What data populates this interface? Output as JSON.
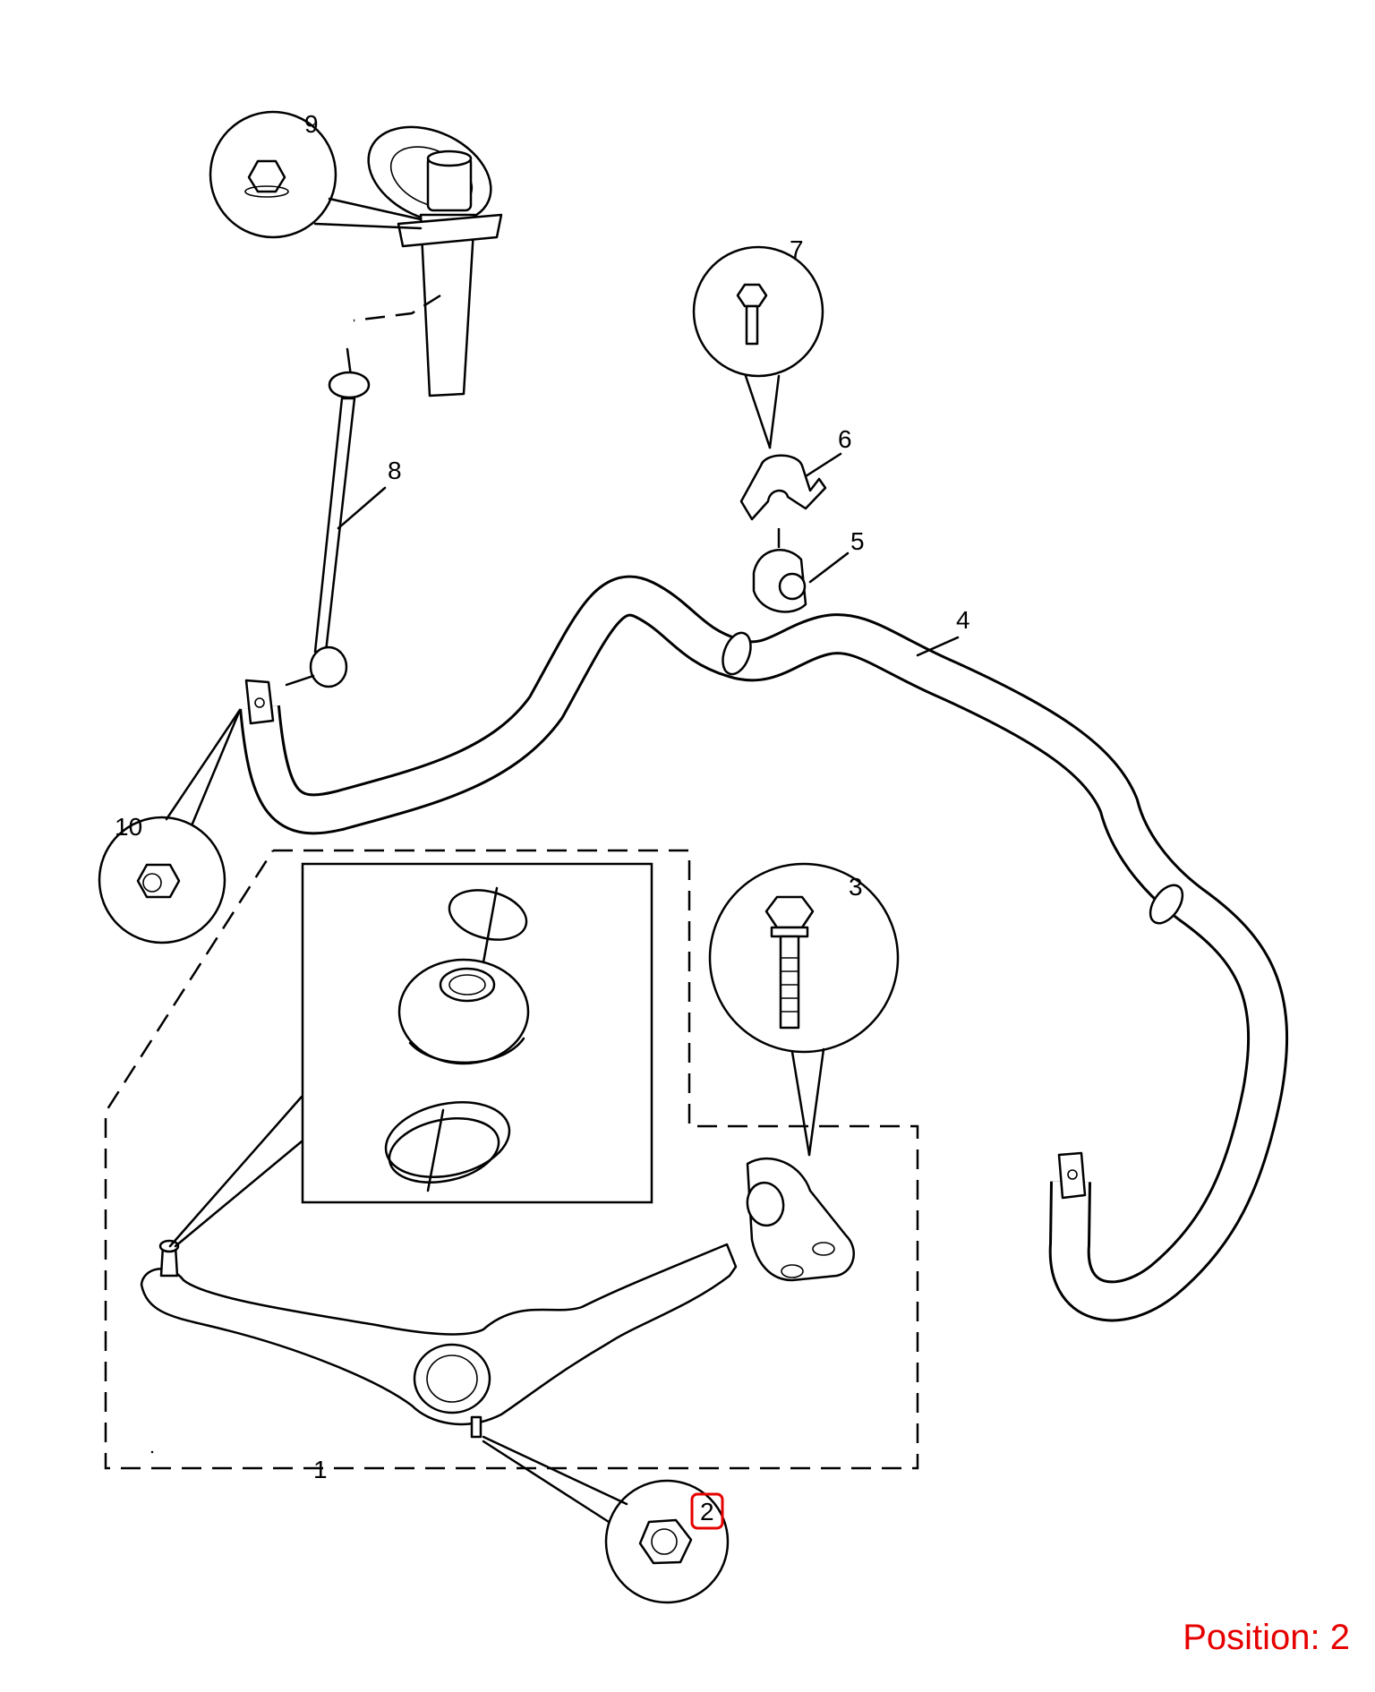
{
  "labels": {
    "l1": "1",
    "l2": "2",
    "l3": "3",
    "l4": "4",
    "l5": "5",
    "l6": "6",
    "l7": "7",
    "l8": "8",
    "l9": "9",
    "l10": "10"
  },
  "position_text": "Position: 2",
  "highlight": {
    "label": "2",
    "color": "#e60000"
  },
  "colors": {
    "line": "#000000",
    "background": "#ffffff",
    "highlight": "#e60000"
  }
}
